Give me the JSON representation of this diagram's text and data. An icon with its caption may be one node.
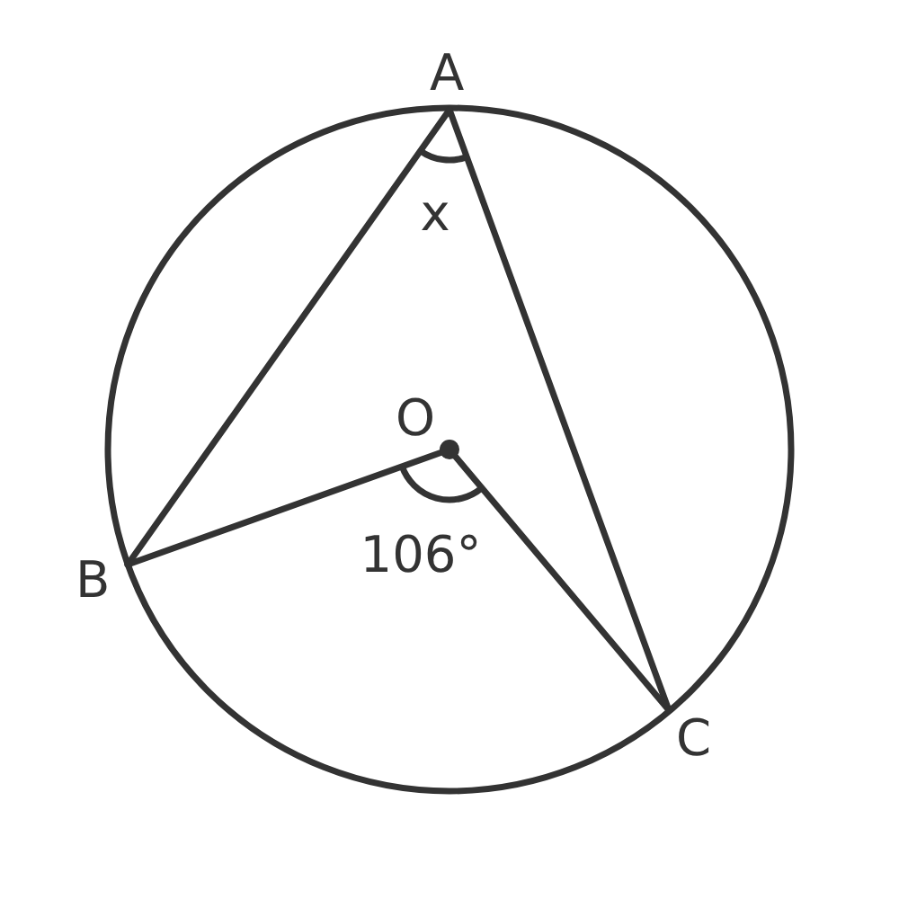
{
  "diagram": {
    "nodes": [
      {
        "text": [
          "A"
        ]
      },
      {
        "text": [
          "O"
        ]
      },
      {
        "text": [
          "B"
        ]
      },
      {
        "text": [
          "C"
        ]
      }
    ],
    "edges": [
      {
        "from": 0,
        "to": 2,
        "arrow": "none"
      },
      {
        "from": 0,
        "to": 3,
        "arrow": "none"
      },
      {
        "from": 1,
        "to": 2,
        "arrow": "none"
      },
      {
        "from": 1,
        "to": 3,
        "arrow": "none"
      }
    ],
    "labels": [
      "x",
      "106°"
    ]
  }
}
